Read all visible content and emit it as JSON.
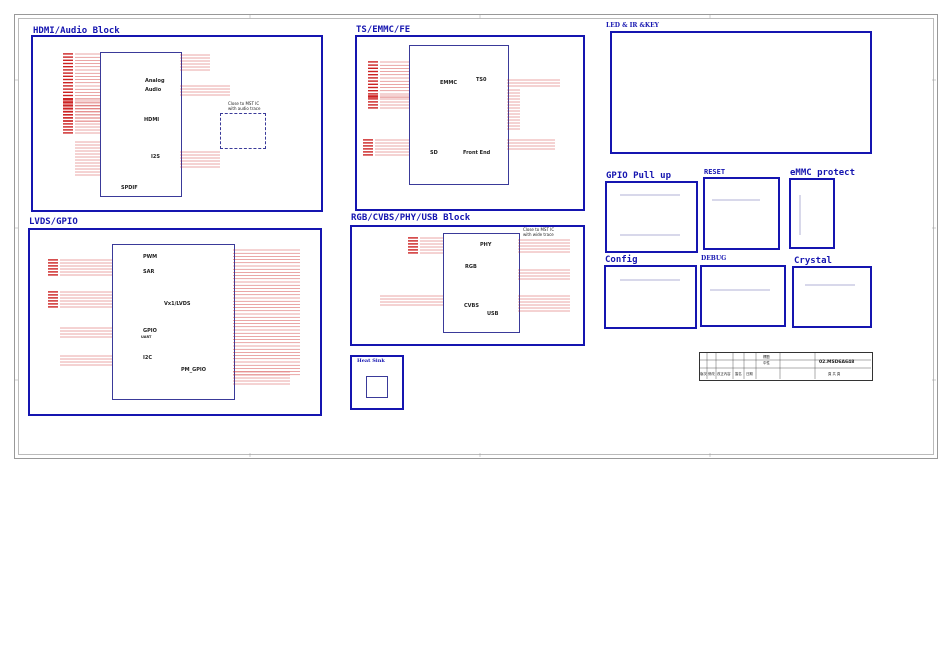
{
  "blocks": {
    "hdmi": {
      "title": "HDMI/Audio Block",
      "chips": [
        "Analog",
        "Audio",
        "HDMI",
        "I2S",
        "SPDIF"
      ],
      "note": "Close to MST IC\nwith audio trace"
    },
    "ts": {
      "title": "TS/EMMC/FE",
      "chips": [
        "EMMC",
        "TS0",
        "SD",
        "Front End"
      ]
    },
    "led": {
      "title": "LED & IR &KEY"
    },
    "lvds": {
      "title": "LVDS/GPIO",
      "chips": [
        "PWM",
        "SAR",
        "Vx1/LVDS",
        "GPIO",
        "I2C",
        "UART",
        "PM_GPIO"
      ]
    },
    "rgb": {
      "title": "RGB/CVBS/PHY/USB Block",
      "chips": [
        "PHY",
        "RGB",
        "CVBS",
        "USB"
      ],
      "note": "Close to MST IC\nwith wide trace"
    },
    "gpio_pullup": {
      "title": "GPIO Pull up"
    },
    "reset": {
      "title": "RESET"
    },
    "emmc_protect": {
      "title": "eMMC protect"
    },
    "config": {
      "title": "Config"
    },
    "debug": {
      "title": "DEBUG"
    },
    "crystal": {
      "title": "Crystal"
    },
    "heatsink": {
      "title": "Heat Sink"
    }
  },
  "title_block": {
    "model": "02.MSD6A648",
    "row1": [
      "",
      "",
      "",
      "",
      "",
      "",
      "",
      "",
      "",
      "標題"
    ],
    "row2": [
      "",
      "",
      "",
      "",
      "",
      "",
      "",
      "",
      "",
      "中性"
    ],
    "labels": [
      "版次",
      "修改",
      "改正內容",
      "簽名",
      "日期"
    ],
    "page": "頁  共  頁"
  },
  "colors": {
    "frame": "#1515b0",
    "net": "#cc2222",
    "wire": "#3a3a99"
  }
}
